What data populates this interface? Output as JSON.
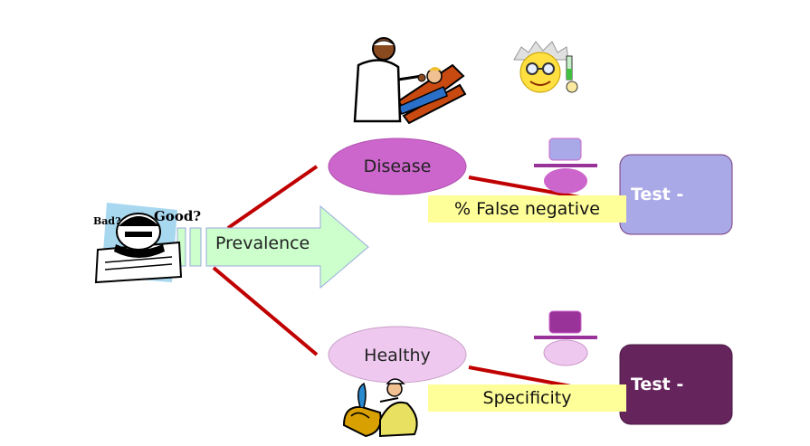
{
  "diagram": {
    "prevalence_label": "Prevalence",
    "branches": {
      "disease": {
        "label": "Disease",
        "box_label": "% False negative",
        "test_label": "Test -",
        "node_color": "#cc66cc",
        "test_color": "#a9a9e8"
      },
      "healthy": {
        "label": "Healthy",
        "box_label": "Specificity",
        "test_label": "Test -",
        "node_color": "#eec8ee",
        "test_color": "#66245c"
      }
    },
    "icons": [
      "student-exam-icon",
      "dentist-icon",
      "scientist-icon",
      "snake-charmer-icon",
      "balance-icon"
    ]
  }
}
